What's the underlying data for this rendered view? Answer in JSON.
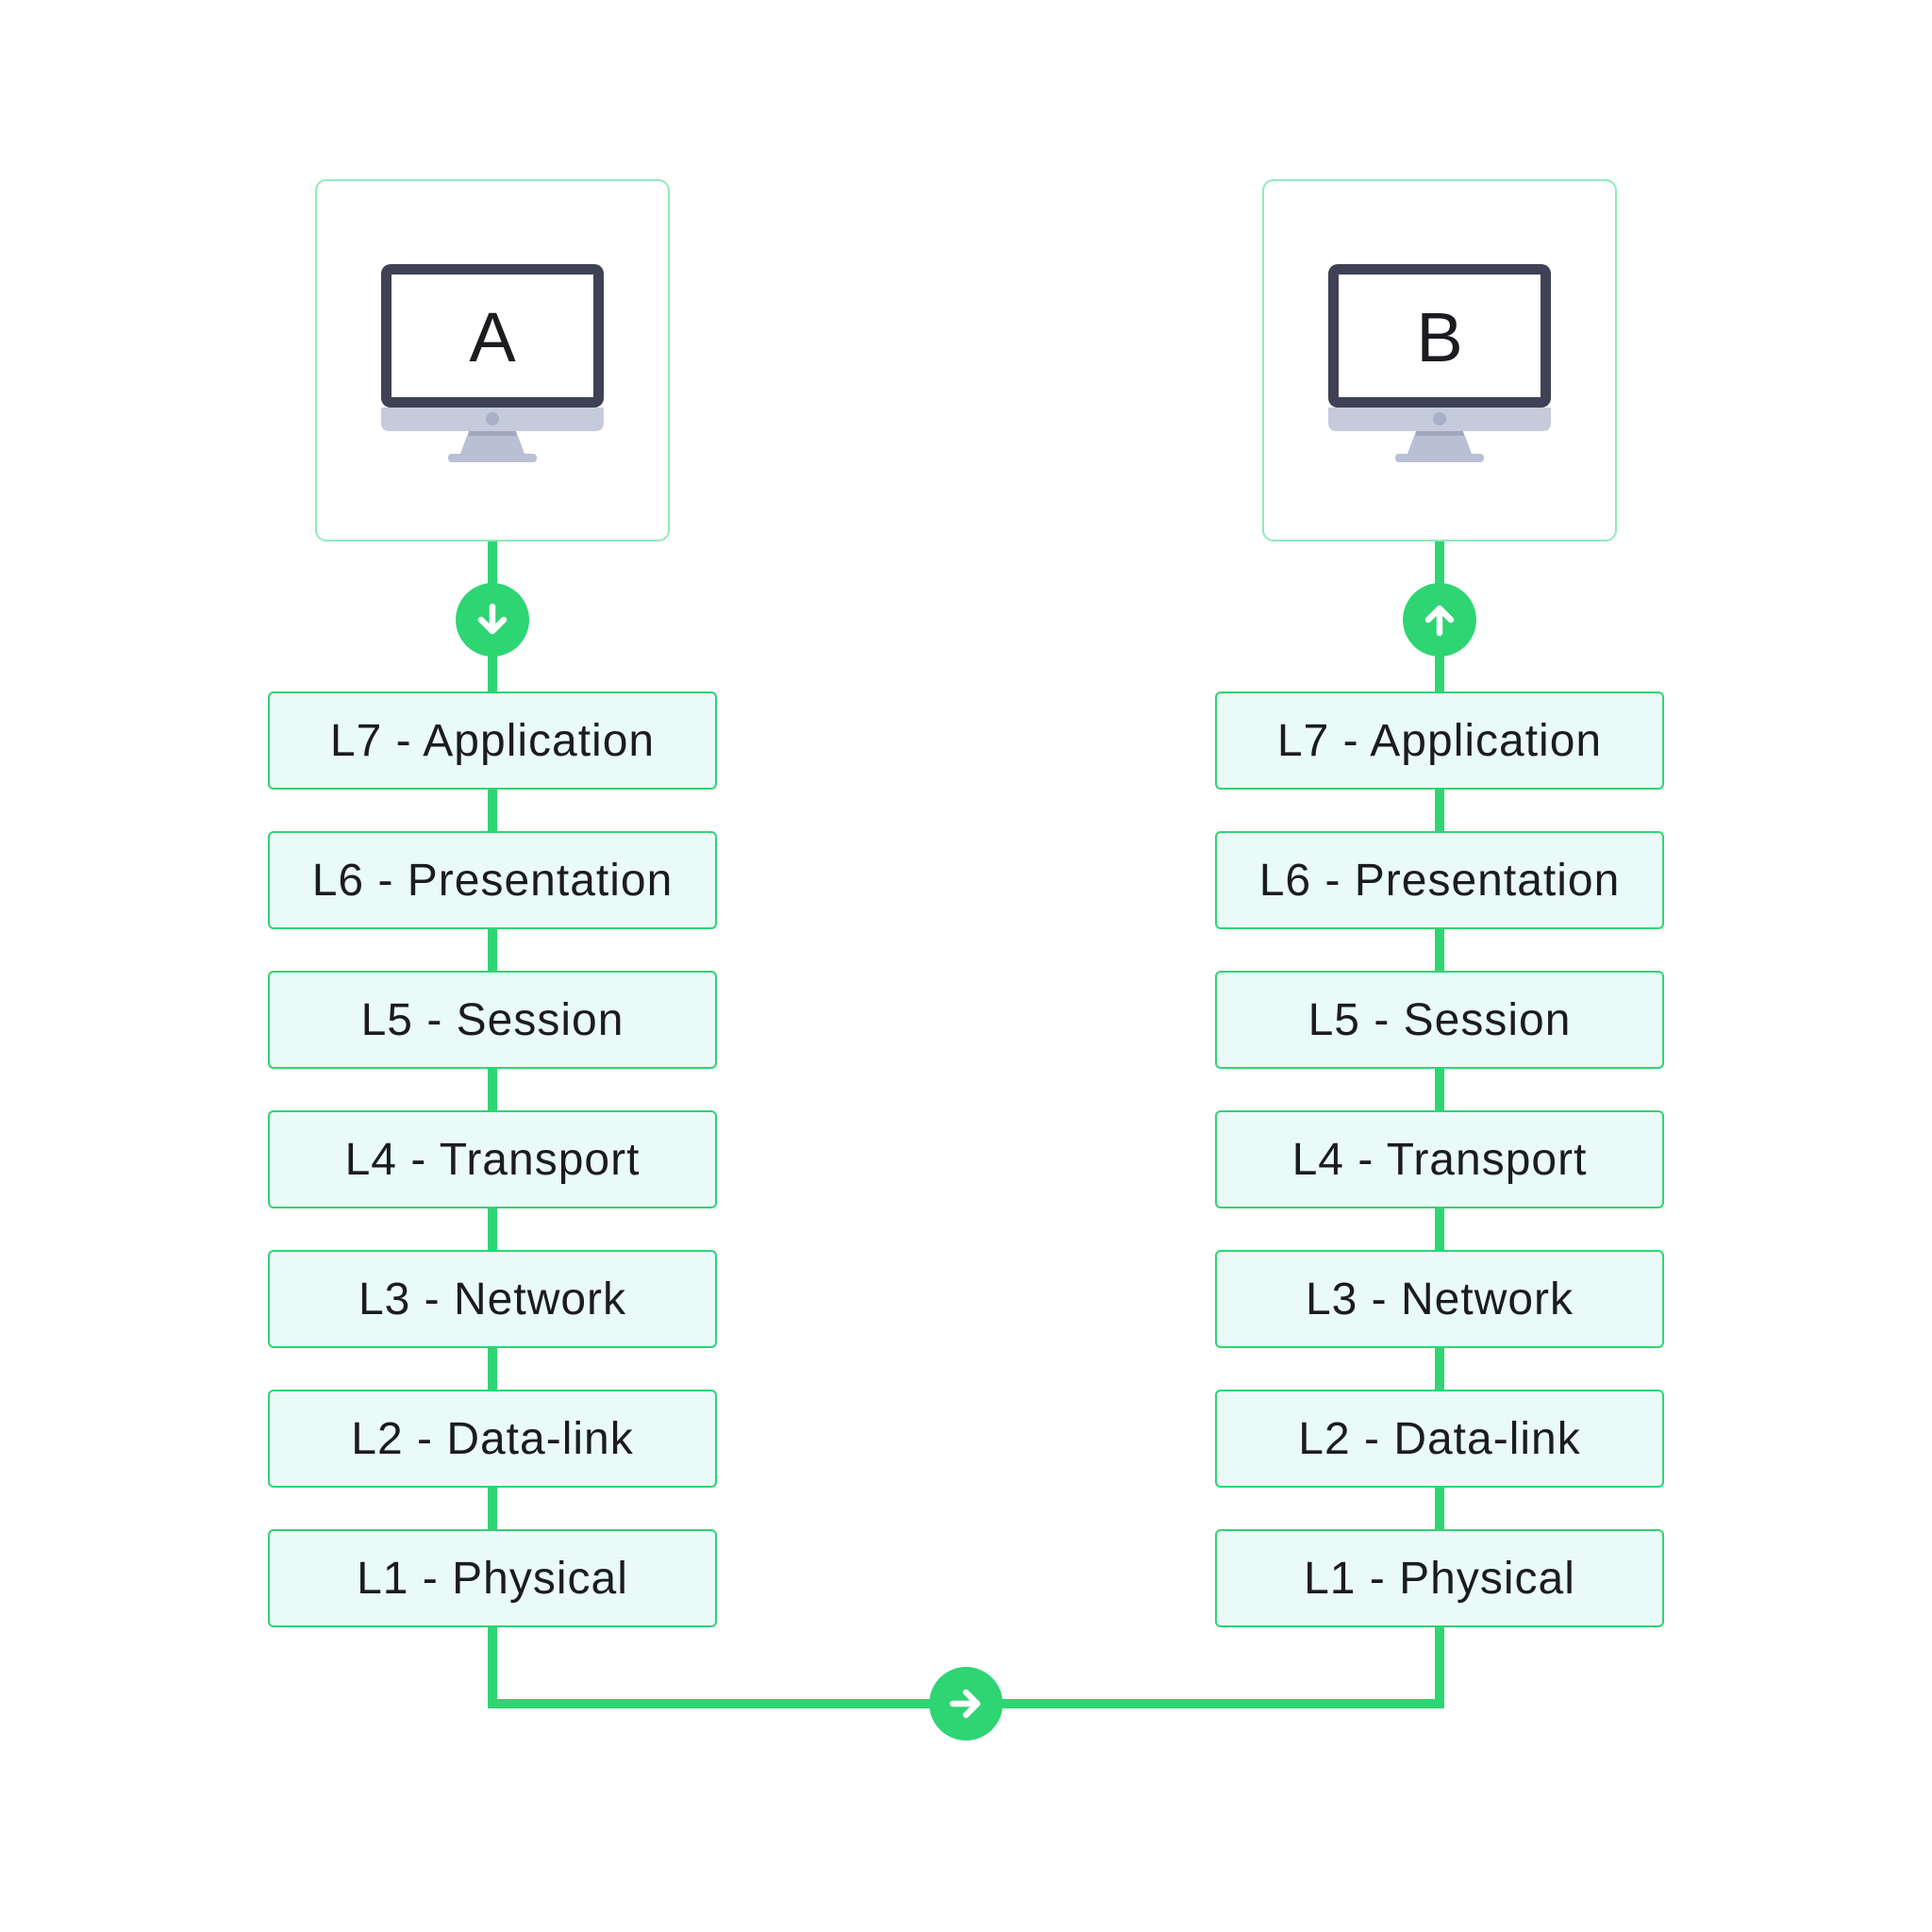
{
  "diagram": {
    "node_a": {
      "label": "A"
    },
    "node_b": {
      "label": "B"
    },
    "layers": [
      "L7 - Application",
      "L6 - Presentation",
      "L5 - Session",
      "L4 - Transport",
      "L3 - Network",
      "L2 - Data-link",
      "L1 - Physical"
    ],
    "icons": [
      {
        "name": "computer-monitor-icon",
        "glyph": "🖥"
      },
      {
        "name": "down-arrow-icon",
        "glyph": "↓"
      },
      {
        "name": "up-arrow-icon",
        "glyph": "↑"
      },
      {
        "name": "right-arrow-icon",
        "glyph": "→"
      }
    ],
    "colors": {
      "accent_green": "#2ED573",
      "node_box_border": "#8FEAB8",
      "layer_fill": "#EAFAF8",
      "layer_border": "#2ED573",
      "monitor_bezel": "#3E4254",
      "monitor_chin": "#C5CBDB",
      "monitor_stand": "#B9C0D3",
      "text": "#1B1C20"
    }
  }
}
